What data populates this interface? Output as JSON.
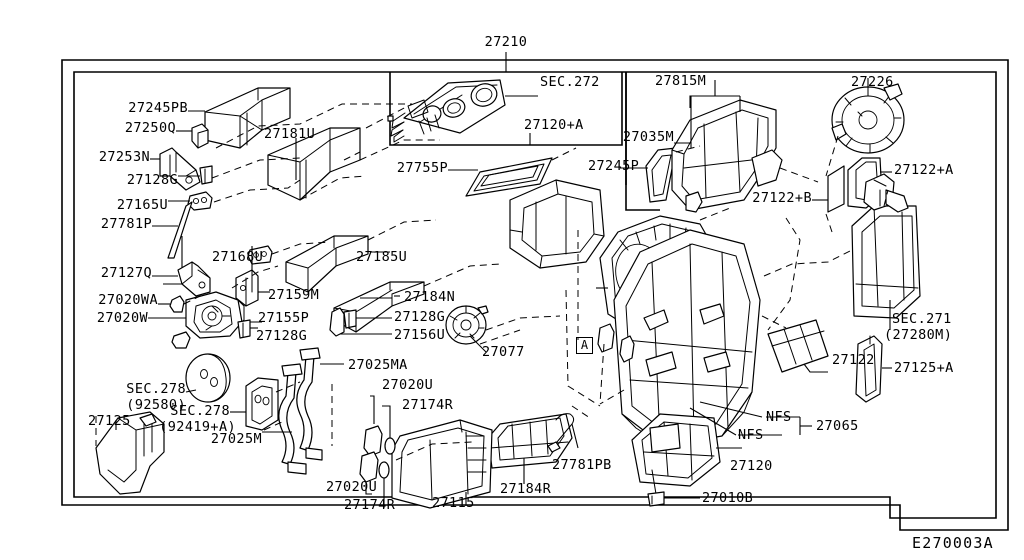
{
  "diagram": {
    "title_number": "27210",
    "drawing_code": "E270003A",
    "marker_a": "A",
    "frame": {
      "outer": "outer-border",
      "inner": "inner-border"
    }
  },
  "callouts": {
    "top_center": "27210",
    "sec272": "SEC.272",
    "c27120A": "27120+A",
    "c27815M": "27815M",
    "c27226": "27226",
    "c27035M": "27035M",
    "c27245PB": "27245PB",
    "c27250Q": "27250Q",
    "c27253N": "27253N",
    "c27128G_a": "27128G",
    "c27165U": "27165U",
    "c27781P": "27781P",
    "c27127Q": "27127Q",
    "c27020WA": "27020WA",
    "c27020W": "27020W",
    "c27181U": "27181U",
    "c27168U": "27168U",
    "c27185U": "27185U",
    "c27159M": "27159M",
    "c27155P": "27155P",
    "c27128G_b": "27128G",
    "c27184N": "27184N",
    "c27128G_c": "27128G",
    "c27156U": "27156U",
    "c27077": "27077",
    "c27755P": "27755P",
    "c27245P": "27245P",
    "c27122B": "27122+B",
    "c27122A": "27122+A",
    "sec271_l1": "SEC.271",
    "sec271_l2": "(27280M)",
    "c27122": "27122",
    "c27125A": "27125+A",
    "nfs_1": "NFS",
    "nfs_2": "NFS",
    "c27065": "27065",
    "c27120": "27120",
    "c27010B": "27010B",
    "c27025MA": "27025MA",
    "c27020U_top": "27020U",
    "c27174R_top": "27174R",
    "c27020U_bot": "27020U",
    "c27174R_bot": "27174R",
    "c27115": "27115",
    "c27184R": "27184R",
    "c27781PB": "27781PB",
    "c27025M": "27025M",
    "sec278_1_l1": "SEC.278",
    "sec278_1_l2": "(92580)",
    "sec278_2_l1": "SEC.278",
    "sec278_2_l2": "(92419+A)",
    "c27125": "27125"
  },
  "colors": {
    "line": "#000000",
    "background": "#ffffff"
  }
}
